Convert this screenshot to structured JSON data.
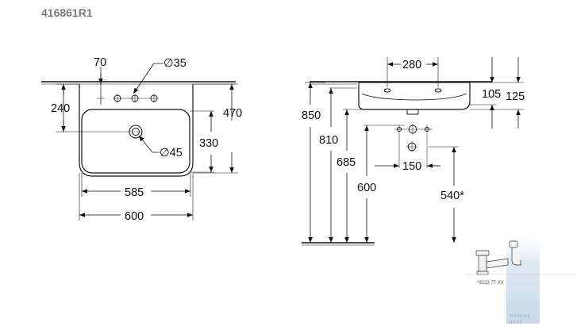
{
  "header": {
    "product_code": "416861R1"
  },
  "top_view": {
    "dims": {
      "d70": "70",
      "d35": "∅35",
      "d240": "240",
      "d470": "470",
      "d330": "330",
      "d45": "∅45",
      "d585": "585",
      "d600": "600"
    }
  },
  "side_view": {
    "dims": {
      "d280": "280",
      "d850": "850",
      "d810": "810",
      "d685": "685",
      "d600": "600",
      "d105": "105",
      "d125": "125",
      "d150": "150",
      "d540": "540*"
    }
  },
  "inset": {
    "part_number": "*9223 77 XX"
  },
  "colors": {
    "line": "#111111",
    "title": "#7a7a7a",
    "accent": "#c9d8e8"
  }
}
